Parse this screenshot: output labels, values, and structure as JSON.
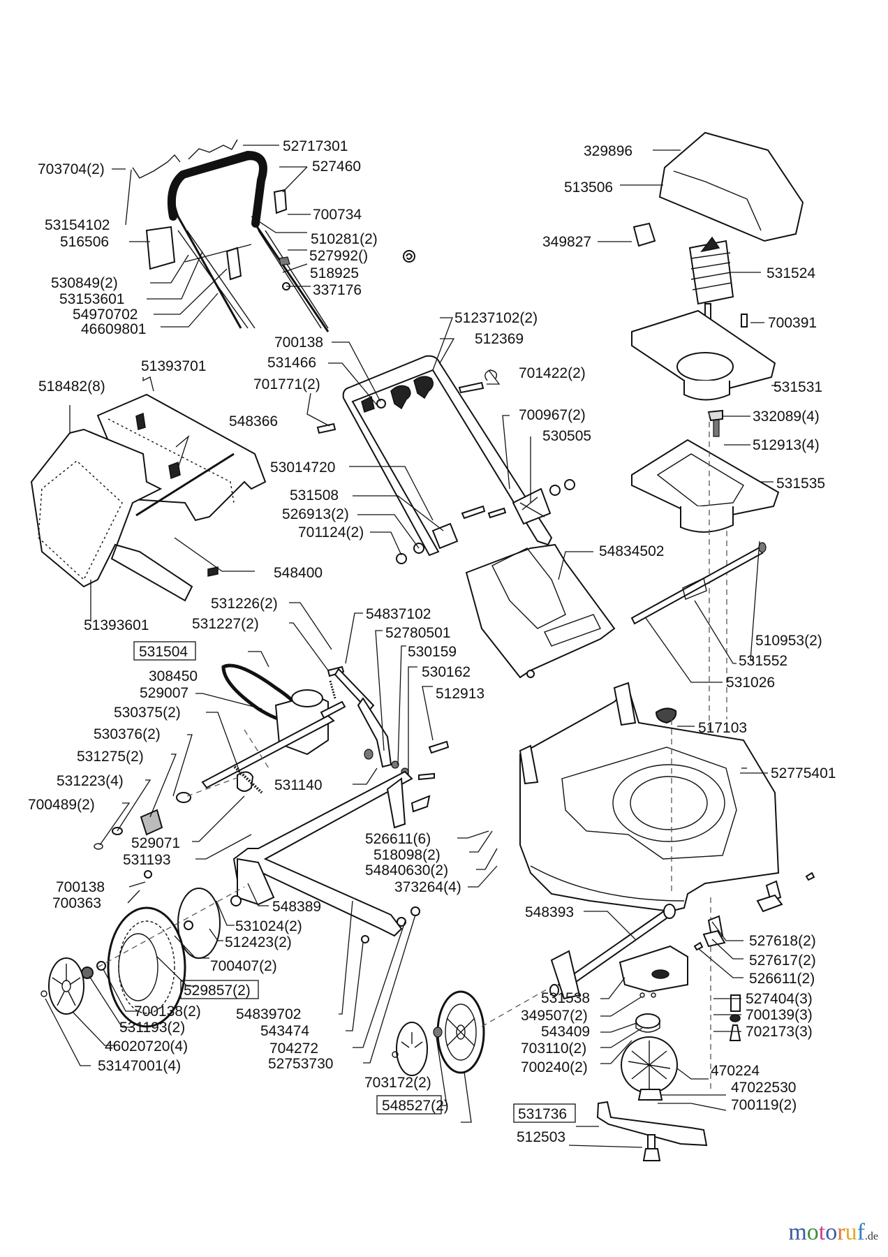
{
  "diagram": {
    "title": "Lawn mower exploded parts diagram",
    "labels": {
      "p52717301": "52717301",
      "p703704": "703704(2)",
      "p527460": "527460",
      "p700734": "700734",
      "p53154102": "53154102",
      "p516506": "516506",
      "p510281": "510281(2)",
      "p527992": "527992()",
      "p518925": "518925",
      "p530849": "530849(2)",
      "p337176": "337176",
      "p53153601": "53153601",
      "p54970702": "54970702",
      "p46609801": "46609801",
      "p329896": "329896",
      "p513506": "513506",
      "p349827": "349827",
      "p531524": "531524",
      "p700391": "700391",
      "p531531": "531531",
      "p332089": "332089(4)",
      "p512913_4": "512913(4)",
      "p531535": "531535",
      "p51237102": "51237102(2)",
      "p512369": "512369",
      "p700138_a": "700138",
      "p531466": "531466",
      "p701422": "701422(2)",
      "p701771": "701771(2)",
      "p700967": "700967(2)",
      "p530505": "530505",
      "p53014720": "53014720",
      "p531508": "531508",
      "p526913": "526913(2)",
      "p701124": "701124(2)",
      "p51393701": "51393701",
      "p518482": "518482(8)",
      "p548366": "548366",
      "p548400": "548400",
      "p51393601": "51393601",
      "p54834502": "54834502",
      "p510953": "510953(2)",
      "p531552": "531552",
      "p531026": "531026",
      "p531226": "531226(2)",
      "p531227": "531227(2)",
      "p54837102": "54837102",
      "p52780501": "52780501",
      "p531504": "531504",
      "p530159": "530159",
      "p308450": "308450",
      "p530162": "530162",
      "p529007": "529007",
      "p512913": "512913",
      "p530375": "530375(2)",
      "p530376": "530376(2)",
      "p531275": "531275(2)",
      "p531223": "531223(4)",
      "p700489": "700489(2)",
      "p531140": "531140",
      "p517103": "517103",
      "p52775401": "52775401",
      "p529071": "529071",
      "p531193": "531193",
      "p526611_6": "526611(6)",
      "p518098": "518098(2)",
      "p54840630": "54840630(2)",
      "p373264": "373264(4)",
      "p700138_b": "700138",
      "p700363": "700363",
      "p548389": "548389",
      "p531024": "531024(2)",
      "p512423": "512423(2)",
      "p700407": "700407(2)",
      "p529857": "529857(2)",
      "p700138_c": "700138(2)",
      "p531193_2": "531193(2)",
      "p46020720": "46020720(4)",
      "p53147001": "53147001(4)",
      "p54839702": "54839702",
      "p543474": "543474",
      "p704272": "704272",
      "p52753730": "52753730",
      "p548393": "548393",
      "p527618": "527618(2)",
      "p527617": "527617(2)",
      "p526611_2": "526611(2)",
      "p531538": "531538",
      "p349507": "349507(2)",
      "p543409": "543409",
      "p703110": "703110(2)",
      "p700240": "700240(2)",
      "p527404": "527404(3)",
      "p700139": "700139(3)",
      "p702173": "702173(3)",
      "p470224": "470224",
      "p47022530": "47022530",
      "p700119": "700119(2)",
      "p703172": "703172(2)",
      "p548527": "548527(2)",
      "p531736": "531736",
      "p512503": "512503"
    }
  },
  "logo": {
    "letters": [
      "m",
      "o",
      "t",
      "o",
      "r",
      "u",
      "f"
    ],
    "colors": [
      "#3b5ba5",
      "#3b8f3b",
      "#d63c8c",
      "#3b5ba5",
      "#e0782a",
      "#e3a92a",
      "#2f7fc1"
    ],
    "tld": ".de"
  }
}
